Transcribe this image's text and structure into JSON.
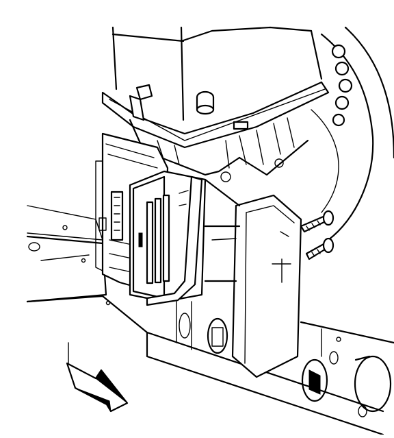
{
  "diagram": {
    "colors": {
      "line": "#000000",
      "background": "#ffffff"
    },
    "parts": [
      {
        "id": "air-cleaner-housing"
      },
      {
        "id": "control-module-connector"
      },
      {
        "id": "module-bracket"
      },
      {
        "id": "module-cover"
      },
      {
        "id": "mounting-screw-upper"
      },
      {
        "id": "mounting-screw-lower"
      },
      {
        "id": "direction-arrow"
      }
    ]
  }
}
